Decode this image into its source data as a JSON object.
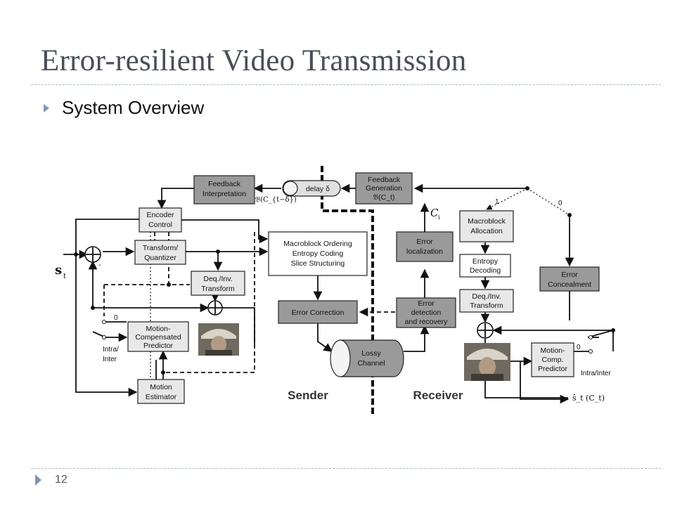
{
  "slide": {
    "title": "Error-resilient Video Transmission",
    "bullet": "System Overview",
    "page_number": "12"
  },
  "diagram": {
    "feedback_interpretation": [
      "Feedback",
      "Interpretation"
    ],
    "feedback_interpretation_math": "𝔅(C_{t−δ})",
    "delay_label": "delay δ",
    "feedback_generation": [
      "Feedback",
      "Generation"
    ],
    "feedback_generation_math": "𝔅(C_t)",
    "encoder_control": [
      "Encoder",
      "Control"
    ],
    "transform_quantizer": [
      "Transform/",
      "Quantizer"
    ],
    "deq_inv_transform_enc": [
      "Deq./Inv.",
      "Transform"
    ],
    "macroblock_ordering": [
      "Macroblock Ordering",
      "Entropy Coding",
      "Slice Structuring"
    ],
    "error_correction": "Error Correction",
    "motion_compensated_predictor": [
      "Motion-",
      "Compensated",
      "Predictor"
    ],
    "motion_estimator": [
      "Motion",
      "Estimator"
    ],
    "lossy_channel": [
      "Lossy",
      "Channel"
    ],
    "error_localization": [
      "Error",
      "localization"
    ],
    "error_detection": [
      "Error",
      "detection",
      "and recovery"
    ],
    "ci_label": "C",
    "ci_sub": "i",
    "macroblock_allocation": [
      "Macroblock",
      "Allocation"
    ],
    "entropy_decoding": [
      "Entropy",
      "Decoding"
    ],
    "deq_inv_transform_dec": [
      "Deq./Inv.",
      "Transform"
    ],
    "error_concealment": [
      "Error",
      "Concealment"
    ],
    "motion_comp_predictor": [
      "Motion-",
      "Comp.",
      "Predictor"
    ],
    "st_label": "s",
    "st_sub": "t",
    "minus_sign": "-",
    "intra_inter_enc": [
      "Intra/",
      "Inter"
    ],
    "intra_inter_dec": "Intra/Inter",
    "switch_zero_enc": "0",
    "switch_zero_dec": "0",
    "branch_one": "1",
    "branch_zero": "0",
    "sender_label": "Sender",
    "receiver_label": "Receiver",
    "output_label": "ŝ_t (C_t)"
  }
}
